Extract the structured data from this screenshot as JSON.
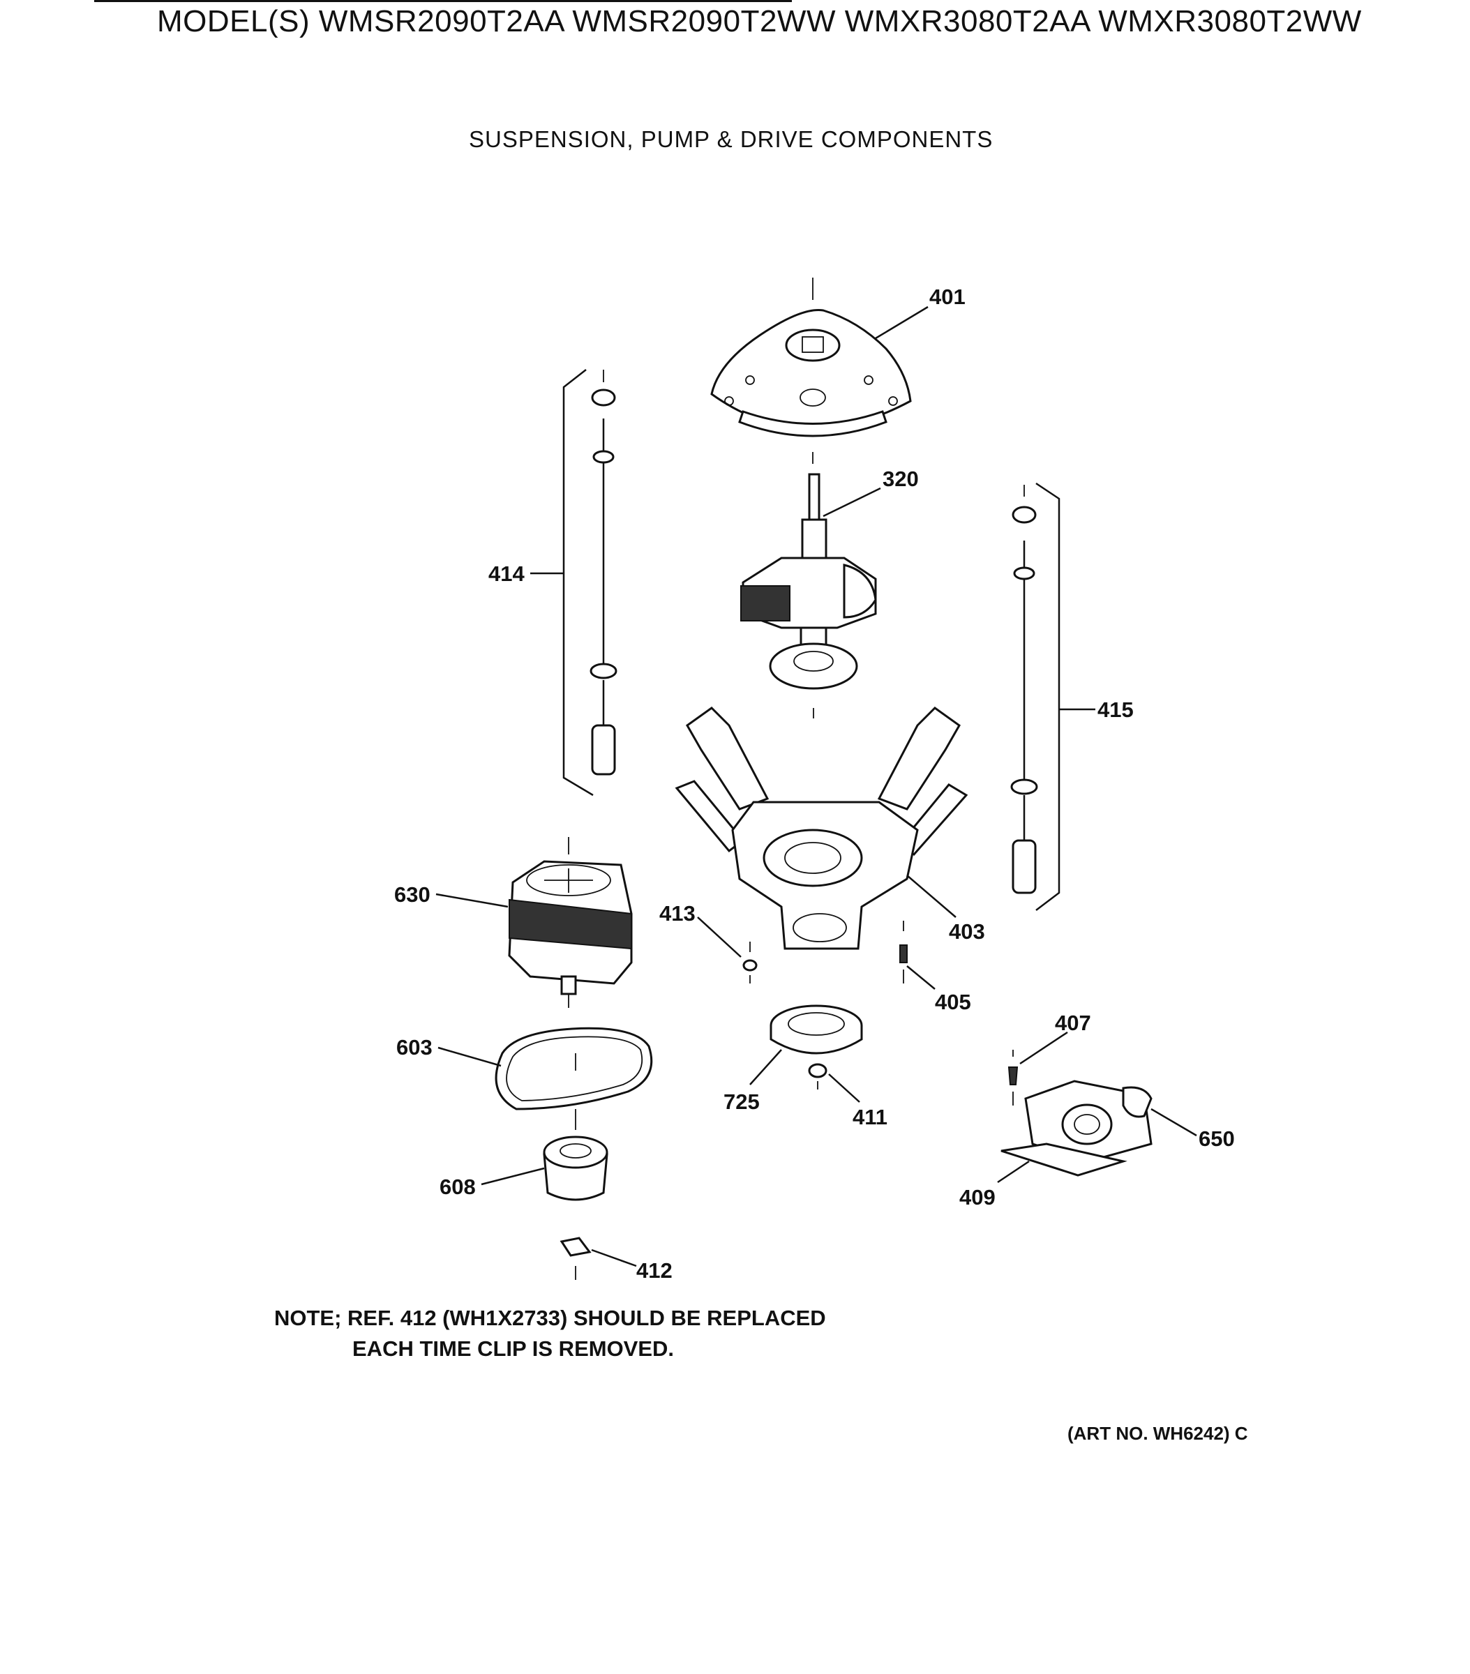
{
  "header": {
    "models": "MODEL(S) WMSR2090T2AA  WMSR2090T2WW  WMXR3080T2AA  WMXR3080T2WW"
  },
  "title": "SUSPENSION, PUMP & DRIVE COMPONENTS",
  "callouts": {
    "c401": "401",
    "c320": "320",
    "c414": "414",
    "c415": "415",
    "c630": "630",
    "c413": "413",
    "c403": "403",
    "c405": "405",
    "c407": "407",
    "c603": "603",
    "c725": "725",
    "c411": "411",
    "c650": "650",
    "c608": "608",
    "c409": "409",
    "c412": "412"
  },
  "note": {
    "line1": "NOTE; REF. 412 (WH1X2733) SHOULD BE REPLACED",
    "line2": "EACH TIME CLIP IS REMOVED."
  },
  "art_no": "(ART NO. WH6242) C"
}
